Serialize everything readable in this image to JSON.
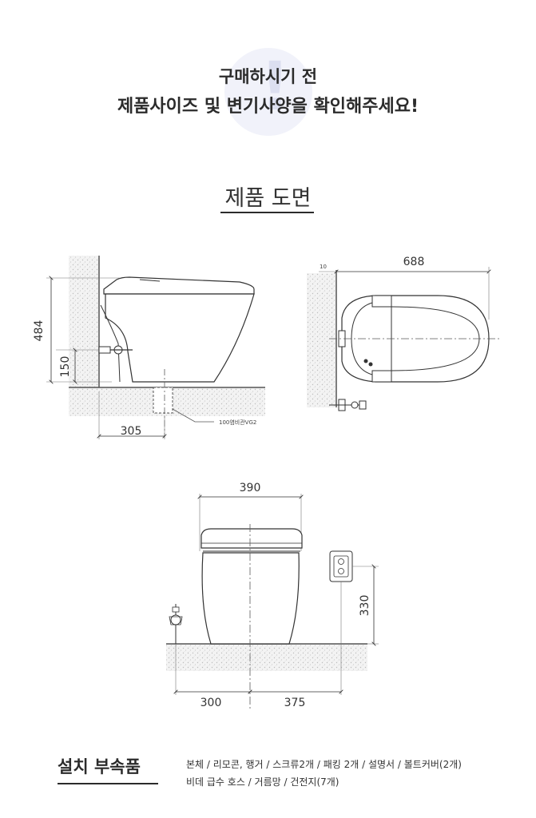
{
  "header": {
    "line1": "구매하시기 전",
    "line2": "제품사이즈 및 변기사양을 확인해주세요!",
    "badge_symbol": "!"
  },
  "drawing_section": {
    "title": "제품 도면"
  },
  "side_view": {
    "height_label": "484",
    "inlet_height_label": "150",
    "wall_to_drain_label": "305",
    "drain_pipe_label": "100염비관VG2"
  },
  "top_view": {
    "length_label": "688",
    "gap_label": "10"
  },
  "front_view": {
    "width_label": "390",
    "outlet_height_label": "330",
    "left_offset_label": "300",
    "right_offset_label": "375"
  },
  "accessories": {
    "title": "설치 부속품",
    "line1": "본체 / 리모콘, 행거 / 스크류2개 / 패킹 2개 / 설명서 / 볼트커버(2개)",
    "line2": "비데 급수 호스 / 거름망 / 건전지(7개)"
  },
  "colors": {
    "text": "#2b2b2b",
    "badge": "#f1f2fa",
    "wall_hatch": "#d8d8d8",
    "centerline": "#5a5a5a"
  }
}
